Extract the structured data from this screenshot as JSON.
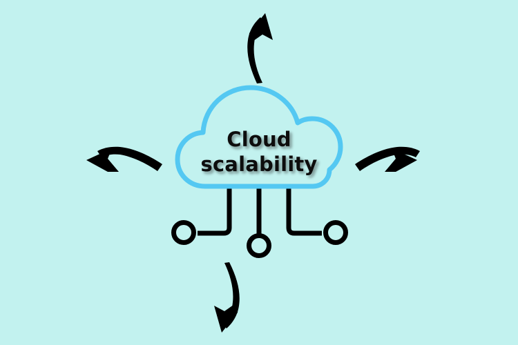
{
  "diagram": {
    "title": "Cloud scalability",
    "background_color": "#c2f2ef",
    "cloud": {
      "name": "cloud-shape",
      "stroke_color": "#54c8f2",
      "fill_color": "#c2f2ef",
      "label_line_1": "Cloud",
      "label_line_2": "scalability",
      "label_color": "#100f0f"
    },
    "network": {
      "line_color": "#000000",
      "nodes": [
        {
          "name": "node-left",
          "label": ""
        },
        {
          "name": "node-center",
          "label": ""
        },
        {
          "name": "node-right",
          "label": ""
        }
      ]
    },
    "arrows": [
      {
        "name": "arrow-up",
        "direction": "up",
        "color": "#000000"
      },
      {
        "name": "arrow-left",
        "direction": "left",
        "color": "#000000"
      },
      {
        "name": "arrow-right",
        "direction": "right",
        "color": "#000000"
      },
      {
        "name": "arrow-down",
        "direction": "down",
        "color": "#000000"
      }
    ]
  }
}
